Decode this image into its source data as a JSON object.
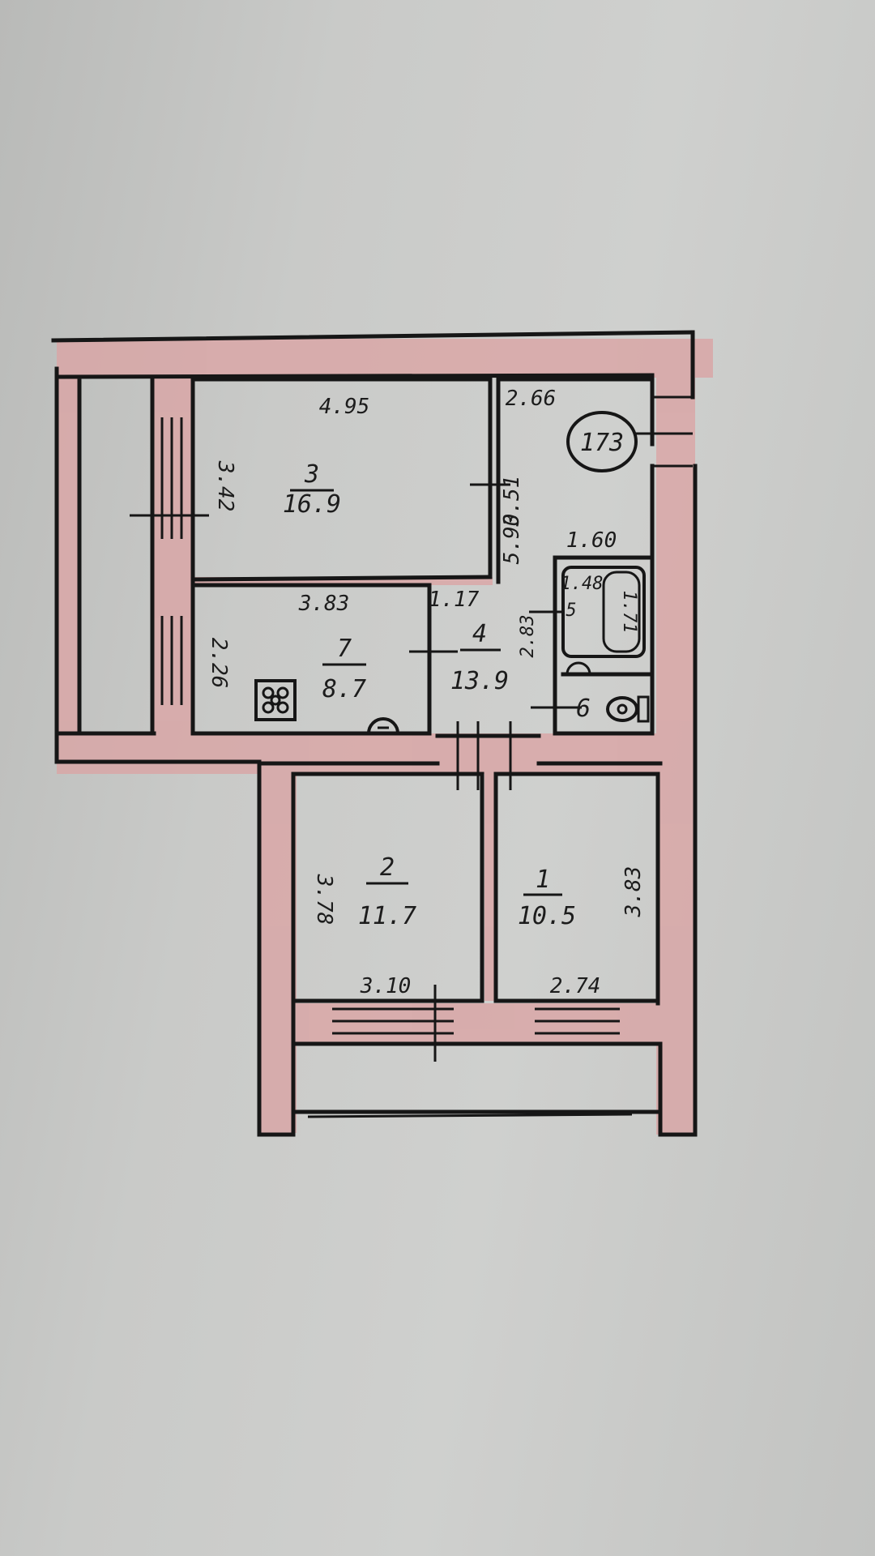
{
  "plan": {
    "apartment_number": "173",
    "rooms": [
      {
        "id": "room-3",
        "number": "3",
        "area": "16.9",
        "width": "4.95",
        "height": "3.42"
      },
      {
        "id": "room-7",
        "number": "7",
        "area": "8.7",
        "width": "3.83",
        "height": "2.26"
      },
      {
        "id": "room-4",
        "number": "4",
        "area": "13.9",
        "width": "1.17",
        "length": "5.90",
        "extra": "3.51",
        "side": "2.83",
        "top": "2.66"
      },
      {
        "id": "room-5",
        "number": "5",
        "width": "1.60",
        "inner": "1.48",
        "side": "1.71"
      },
      {
        "id": "room-6",
        "number": "6"
      },
      {
        "id": "room-2",
        "number": "2",
        "area": "11.7",
        "width": "3.10",
        "height": "3.78"
      },
      {
        "id": "room-1",
        "number": "1",
        "area": "10.5",
        "width": "2.74",
        "height": "3.83"
      }
    ]
  },
  "colors": {
    "wall_fill": "#d9a7a7",
    "wall_line": "#161616",
    "room_fill": "#c9cac8"
  }
}
